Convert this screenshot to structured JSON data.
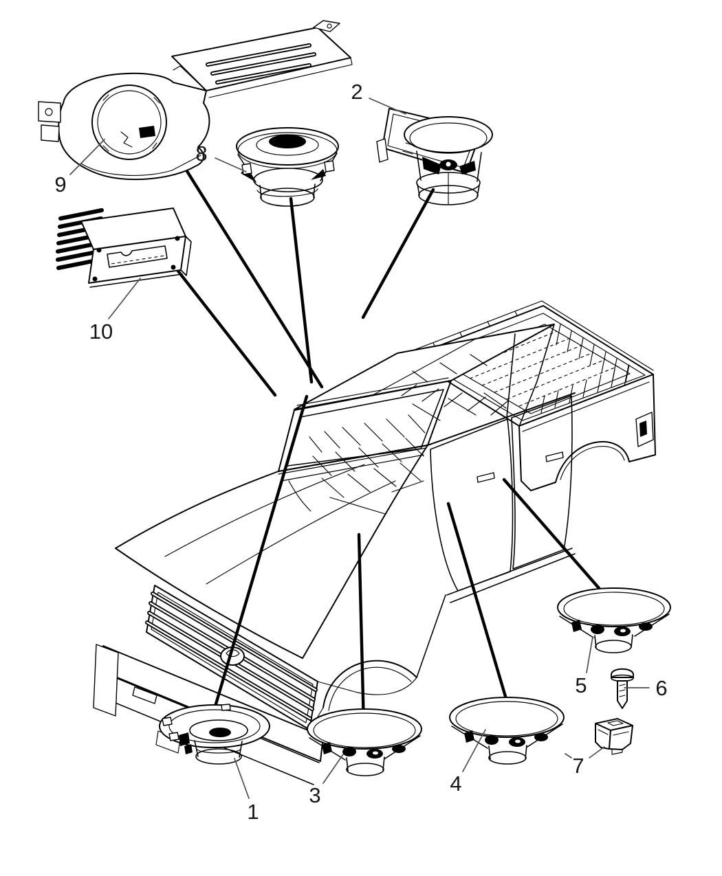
{
  "figure": {
    "background_color": "#ffffff",
    "ink_color": "#000000",
    "label_leader_color": "#4d4d4d",
    "label_color": "#161616",
    "subject": "pickup-truck-body-shell-with-audio-speaker-parts"
  },
  "callouts": [
    {
      "label": "1",
      "part": "speaker"
    },
    {
      "label": "2",
      "part": "speaker-and-bracket"
    },
    {
      "label": "3",
      "part": "speaker"
    },
    {
      "label": "4",
      "part": "speaker"
    },
    {
      "label": "5",
      "part": "speaker"
    },
    {
      "label": "6",
      "part": "screw"
    },
    {
      "label": "7",
      "part": "retainer-clip"
    },
    {
      "label": "8",
      "part": "speaker"
    },
    {
      "label": "9",
      "part": "speaker-enclosure"
    },
    {
      "label": "10",
      "part": "amplifier"
    }
  ]
}
